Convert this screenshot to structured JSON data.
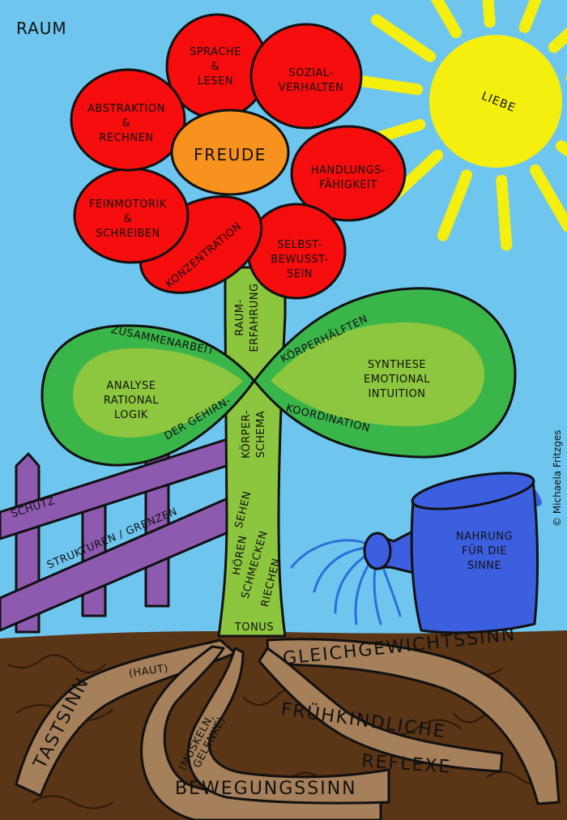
{
  "corner_label": "RAUM",
  "sun": {
    "label": "LIEBE",
    "color": "#f5ef10"
  },
  "flower": {
    "center": "FREUDE",
    "petals": [
      {
        "lines": [
          "SPRACHE",
          "&",
          "LESEN"
        ]
      },
      {
        "lines": [
          "SOZIAL-",
          "VERHALTEN"
        ]
      },
      {
        "lines": [
          "HANDLUNGS-",
          "FÄHIGKEIT"
        ]
      },
      {
        "lines": [
          "SELBST-",
          "BEWUSST-",
          "SEIN"
        ]
      },
      {
        "lines": [
          "KONZENTRATION"
        ]
      },
      {
        "lines": [
          "FEINMOTORIK",
          "&",
          "SCHREIBEN"
        ]
      },
      {
        "lines": [
          "ABSTRAKTION",
          "&",
          "RECHNEN"
        ]
      }
    ],
    "petal_color": "#f60d0d",
    "center_color": "#f7921e"
  },
  "stem": {
    "top": [
      "RAUM-",
      "ERFAHRUNG"
    ],
    "middle": [
      "KÖRPER-",
      "SCHEMA"
    ],
    "senses": [
      "SEHEN",
      "HÖREN",
      "SCHMECKEN",
      "RIECHEN"
    ],
    "base": "TONUS",
    "color": "#8cc63f"
  },
  "leaves": {
    "left_inner": [
      "ANALYSE",
      "RATIONAL",
      "LOGIK"
    ],
    "right_inner": [
      "SYNTHESE",
      "EMOTIONAL",
      "INTUITION"
    ],
    "upper_left": "ZUSAMMENARBEIT",
    "lower_left": "DER GEHIRN-",
    "upper_right": "KÖRPERHÄLFTEN",
    "lower_right": "KOORDINATION",
    "cross": "×",
    "outer_color": "#3ab54a",
    "inner_color": "#8dc63f"
  },
  "fence": {
    "boards": [
      "SCHUTZ",
      "STRUKTUREN / GRENZEN"
    ],
    "color": "#8e5ab0"
  },
  "watering_can": {
    "lines": [
      "NAHRUNG",
      "FÜR DIE",
      "SINNE"
    ],
    "color": "#3c5fe0"
  },
  "roots": {
    "tastsinn": "TASTSINN",
    "haut": "(HAUT)",
    "gleichgewicht": "GLEICHGEWICHTSSINN",
    "muskeln": [
      "(MUSKELN,",
      "GELENKE)"
    ],
    "fruehkindliche": "FRÜHKINDLICHE",
    "reflexe": "REFLEXE",
    "bewegung": "BEWEGUNGSSINN",
    "soil_color": "#5a3516",
    "root_color": "#a5805a"
  },
  "copyright": "© Michaela Fritzges"
}
